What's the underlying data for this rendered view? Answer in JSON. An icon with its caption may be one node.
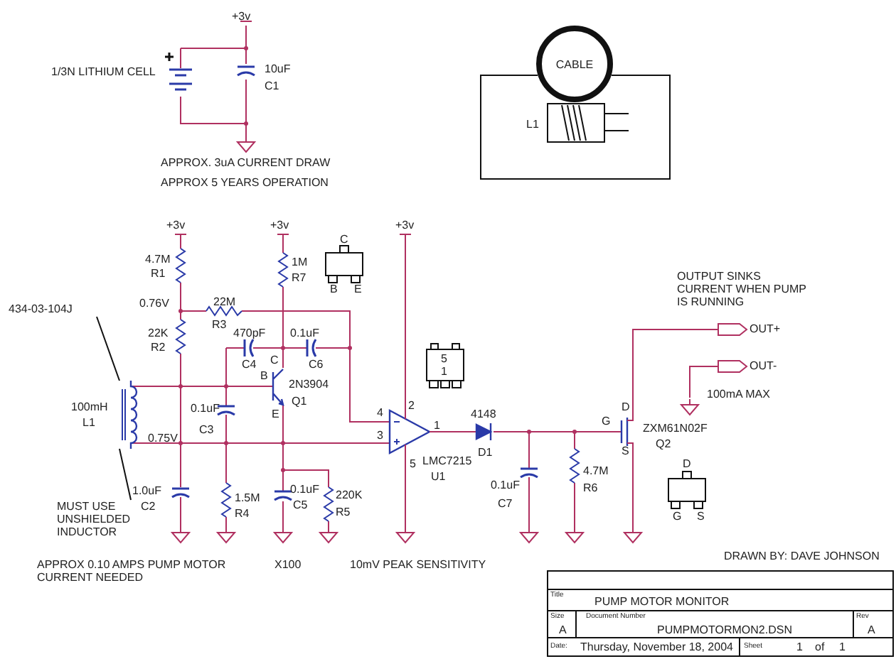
{
  "diagram": {
    "nodes": [
      {
        "text": [
          "CABLE"
        ]
      },
      {
        "text": [
          "434-03-104J"
        ]
      },
      {
        "text": [
          "MUST USE UNSHIELDED INDUCTOR"
        ]
      },
      {
        "text": [],
        "shape": "coil"
      }
    ],
    "edges": [
      {
        "from": 1,
        "to": 3,
        "arrow": "none"
      },
      {
        "from": 2,
        "to": 3,
        "arrow": "none"
      }
    ],
    "labels": [
      "+3v",
      "1/3N LITHIUM CELL",
      "10uF",
      "C1",
      "L1",
      "APPROX. 3uA CURRENT DRAW",
      "APPROX 5 YEARS OPERATION",
      "+3v",
      "+3v",
      "+3v",
      "C",
      "4.7M",
      "R1",
      "1M",
      "R7",
      "B",
      "E",
      "OUTPUT SINKS CURRENT WHEN PUMP IS RUNNING",
      "0.76V",
      "22M",
      "R3",
      "22K",
      "R2",
      "470pF",
      "0.1uF",
      "C4",
      "C6",
      "OUT+",
      "C",
      "B",
      "2N3904",
      "E",
      "Q1",
      "5",
      "1",
      "OUT-",
      "100mH",
      "L1",
      "0.1uF",
      "C3",
      "4",
      "2",
      "3",
      "1",
      "4148",
      "G",
      "D",
      "ZXM61N02F",
      "S",
      "Q2",
      "0.75V",
      "LMC7215",
      "D1",
      "U1",
      "5",
      "100mA MAX",
      "1.0uF",
      "C2",
      "1.5M",
      "R4",
      "0.1uF",
      "C5",
      "220K",
      "R5",
      "0.1uF",
      "C7",
      "4.7M",
      "R6",
      "D",
      "G",
      "S",
      "APPROX 0.10 AMPS PUMP MOTOR CURRENT NEEDED",
      "X100",
      "10mV PEAK SENSITIVITY",
      "DRAWN BY: DAVE JOHNSON",
      "Title",
      "PUMP MOTOR MONITOR",
      "Size",
      "A",
      "Document Number",
      "PUMPMOTORMON2.DSN",
      "Rev",
      "A",
      "Date:",
      "Thursday, November 18, 2004",
      "Sheet",
      "1",
      "of",
      "1"
    ]
  }
}
